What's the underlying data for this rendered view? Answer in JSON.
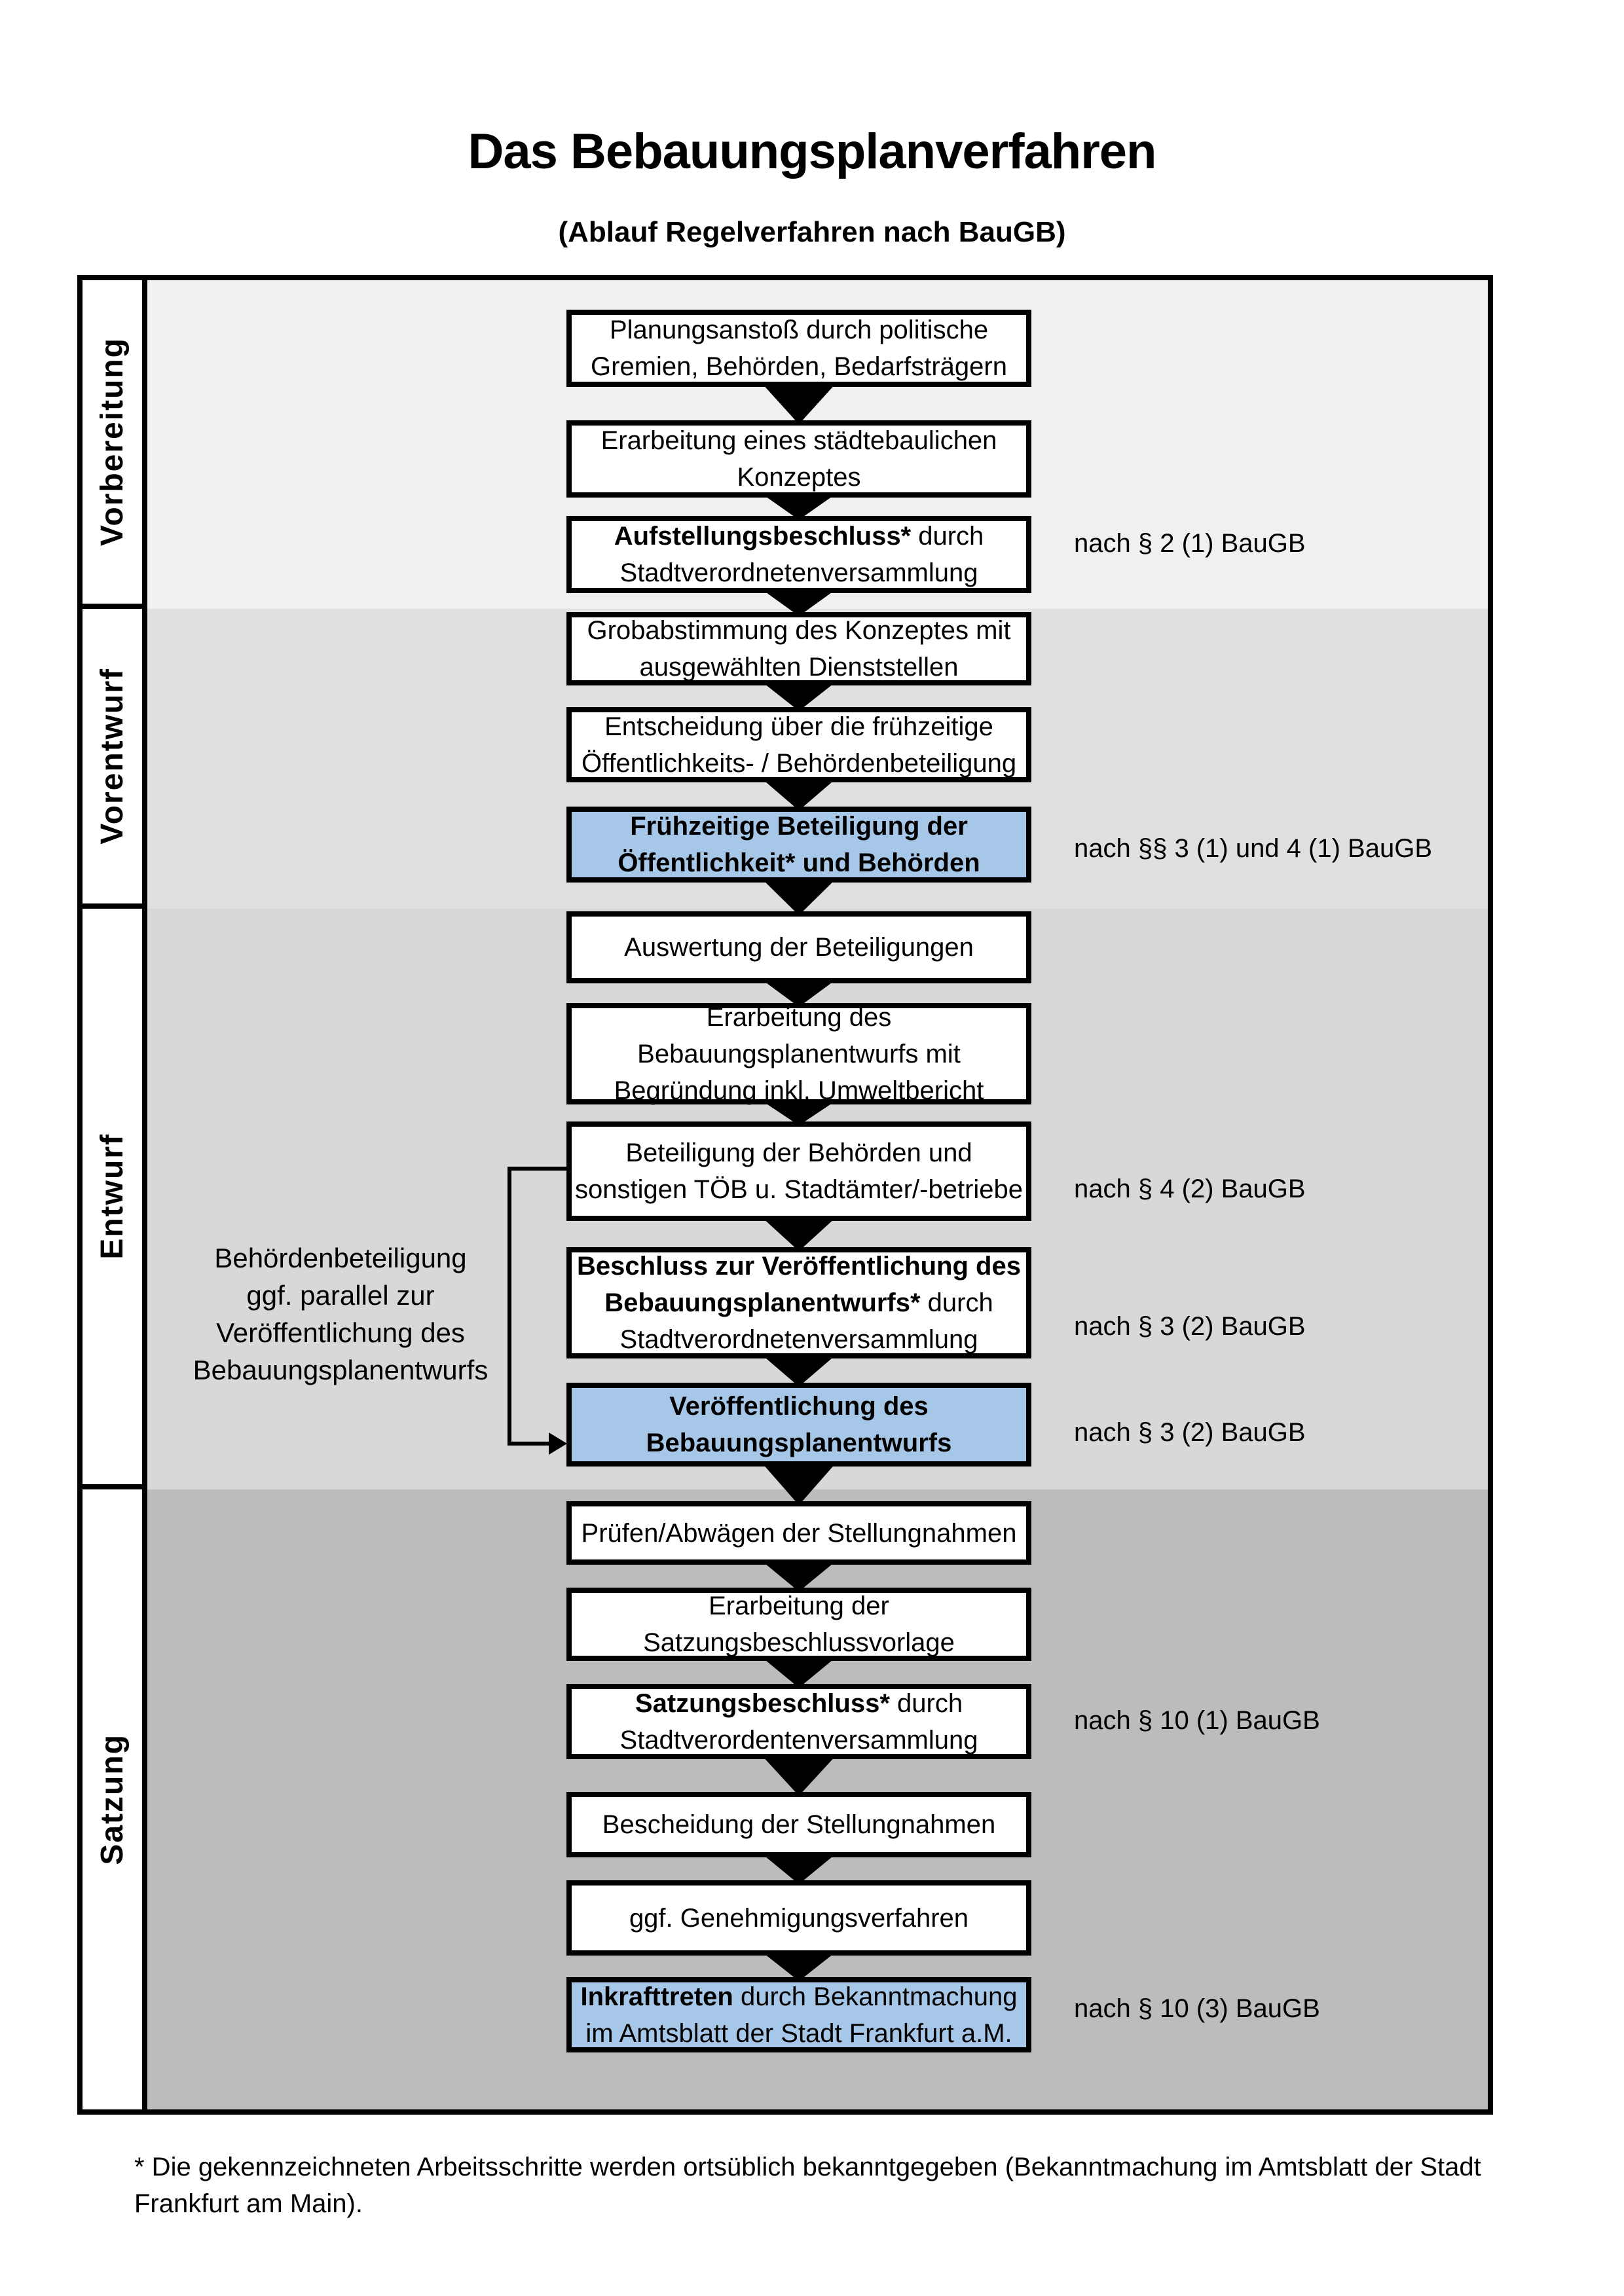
{
  "title": "Das Bebauungsplanverfahren",
  "subtitle": "(Ablauf Regelverfahren nach BauGB)",
  "colors": {
    "highlight_box": "#a7c7e8",
    "box_background": "#ffffff",
    "border": "#000000",
    "phase_backgrounds": [
      "#f0f0f0",
      "#e0e0e0",
      "#d8d8d8",
      "#bcbcbc"
    ]
  },
  "phases": [
    {
      "label": "Vorbereitung",
      "bg": "#f0f0f0"
    },
    {
      "label": "Vorentwurf",
      "bg": "#e0e0e0"
    },
    {
      "label": "Entwurf",
      "bg": "#d8d8d8"
    },
    {
      "label": "Satzung",
      "bg": "#bcbcbc"
    }
  ],
  "steps": [
    {
      "phase": "Vorbereitung",
      "highlight": false,
      "law": null,
      "lines": [
        [
          {
            "t": "Planungsanstoß durch politische",
            "b": false
          }
        ],
        [
          {
            "t": "Gremien, Behörden, Bedarfsträgern",
            "b": false
          }
        ]
      ]
    },
    {
      "phase": "Vorbereitung",
      "highlight": false,
      "law": null,
      "lines": [
        [
          {
            "t": "Erarbeitung eines städtebaulichen",
            "b": false
          }
        ],
        [
          {
            "t": "Konzeptes",
            "b": false
          }
        ]
      ]
    },
    {
      "phase": "Vorbereitung",
      "highlight": false,
      "law": "nach § 2 (1) BauGB",
      "lines": [
        [
          {
            "t": "Aufstellungsbeschluss*",
            "b": true
          },
          {
            "t": " durch",
            "b": false
          }
        ],
        [
          {
            "t": "Stadtverordnetenversammlung",
            "b": false
          }
        ]
      ]
    },
    {
      "phase": "Vorentwurf",
      "highlight": false,
      "law": null,
      "lines": [
        [
          {
            "t": "Grobabstimmung des Konzeptes mit",
            "b": false
          }
        ],
        [
          {
            "t": "ausgewählten Dienststellen",
            "b": false
          }
        ]
      ]
    },
    {
      "phase": "Vorentwurf",
      "highlight": false,
      "law": null,
      "lines": [
        [
          {
            "t": "Entscheidung über die frühzeitige",
            "b": false
          }
        ],
        [
          {
            "t": "Öffentlichkeits- / Behördenbeteiligung",
            "b": false
          }
        ]
      ]
    },
    {
      "phase": "Vorentwurf",
      "highlight": true,
      "law": "nach §§ 3 (1) und 4 (1) BauGB",
      "lines": [
        [
          {
            "t": "Frühzeitige Beteiligung der",
            "b": true
          }
        ],
        [
          {
            "t": "Öffentlichkeit* und Behörden",
            "b": true
          }
        ]
      ]
    },
    {
      "phase": "Entwurf",
      "highlight": false,
      "law": null,
      "lines": [
        [
          {
            "t": "Auswertung der Beteiligungen",
            "b": false
          }
        ]
      ]
    },
    {
      "phase": "Entwurf",
      "highlight": false,
      "law": null,
      "lines": [
        [
          {
            "t": "Erarbeitung des",
            "b": false
          }
        ],
        [
          {
            "t": "Bebauungsplanentwurfs mit",
            "b": false
          }
        ],
        [
          {
            "t": "Begründung inkl. Umweltbericht",
            "b": false
          }
        ]
      ]
    },
    {
      "phase": "Entwurf",
      "highlight": false,
      "law": "nach § 4 (2) BauGB",
      "lines": [
        [
          {
            "t": "Beteiligung der Behörden und",
            "b": false
          }
        ],
        [
          {
            "t": "sonstigen TÖB u. Stadtämter/-betriebe",
            "b": false
          }
        ]
      ]
    },
    {
      "phase": "Entwurf",
      "highlight": false,
      "law": "nach § 3 (2) BauGB",
      "lines": [
        [
          {
            "t": "Beschluss zur Veröffentlichung des",
            "b": true
          }
        ],
        [
          {
            "t": "Bebauungsplanentwurfs*",
            "b": true
          },
          {
            "t": " durch",
            "b": false
          }
        ],
        [
          {
            "t": "Stadtverordnetenversammlung",
            "b": false
          }
        ]
      ]
    },
    {
      "phase": "Entwurf",
      "highlight": true,
      "law": "nach § 3 (2) BauGB",
      "lines": [
        [
          {
            "t": "Veröffentlichung des",
            "b": true
          }
        ],
        [
          {
            "t": "Bebauungsplanentwurfs",
            "b": true
          }
        ]
      ]
    },
    {
      "phase": "Satzung",
      "highlight": false,
      "law": null,
      "lines": [
        [
          {
            "t": "Prüfen/Abwägen der Stellungnahmen",
            "b": false
          }
        ]
      ]
    },
    {
      "phase": "Satzung",
      "highlight": false,
      "law": null,
      "lines": [
        [
          {
            "t": "Erarbeitung der",
            "b": false
          }
        ],
        [
          {
            "t": "Satzungsbeschlussvorlage",
            "b": false
          }
        ]
      ]
    },
    {
      "phase": "Satzung",
      "highlight": false,
      "law": "nach § 10 (1) BauGB",
      "lines": [
        [
          {
            "t": "Satzungsbeschluss*",
            "b": true
          },
          {
            "t": " durch",
            "b": false
          }
        ],
        [
          {
            "t": "Stadtverordentenversammlung",
            "b": false
          }
        ]
      ]
    },
    {
      "phase": "Satzung",
      "highlight": false,
      "law": null,
      "lines": [
        [
          {
            "t": "Bescheidung der Stellungnahmen",
            "b": false
          }
        ]
      ]
    },
    {
      "phase": "Satzung",
      "highlight": false,
      "law": null,
      "lines": [
        [
          {
            "t": "ggf. Genehmigungsverfahren",
            "b": false
          }
        ]
      ]
    },
    {
      "phase": "Satzung",
      "highlight": true,
      "law": "nach § 10 (3) BauGB",
      "lines": [
        [
          {
            "t": "Inkrafttreten",
            "b": true
          },
          {
            "t": " durch Bekanntmachung",
            "b": false
          }
        ],
        [
          {
            "t": "im Amtsblatt der Stadt Frankfurt a.M.",
            "b": false
          }
        ]
      ]
    }
  ],
  "side_note": "Behördenbeteiligung\nggf. parallel zur\nVeröffentlichung des\nBebauungsplanentwurfs",
  "footnote": "* Die gekennzeichneten Arbeitsschritte werden ortsüblich bekanntgegeben (Bekanntmachung im Amtsblatt  der Stadt\nFrankfurt am Main)."
}
